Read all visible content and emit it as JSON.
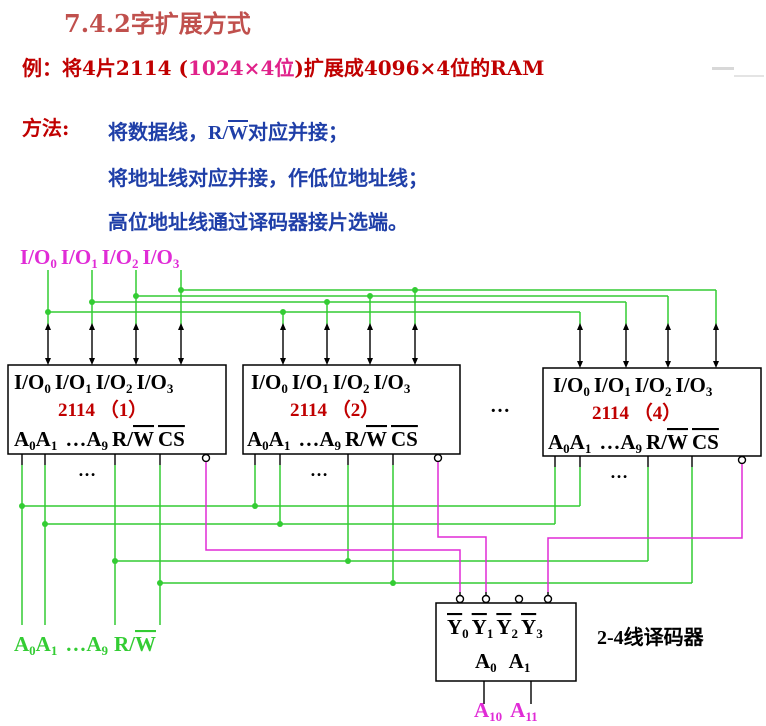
{
  "title": "7.4.2字扩展方式",
  "example": {
    "prefix": "例：将4片2114 (",
    "mid": "1024×4位",
    "suffix": ")扩展成4096×4位的RAM"
  },
  "method": {
    "label": "方法:",
    "line1_a": "将数据线，",
    "line1_b": "R/",
    "line1_c": "W",
    "line1_d": "对应并接；",
    "line2": "将地址线对应并接，作低位地址线；",
    "line3": "高位地址线通过译码器接片选端。"
  },
  "io_bus_labels": [
    "I/O",
    "0",
    "I/O",
    "1",
    "I/O",
    "2",
    "I/O",
    "3"
  ],
  "chips": [
    {
      "name": "2114 （1）",
      "io": "I/O",
      "addr": "A",
      "ellipsis": "…A",
      "rw": "R/",
      "w": "W",
      "cs": "CS"
    },
    {
      "name": "2114 （2）",
      "io": "I/O",
      "addr": "A",
      "ellipsis": "…A",
      "rw": "R/",
      "w": "W",
      "cs": "CS"
    },
    {
      "name": "2114 （4）",
      "io": "I/O",
      "addr": "A",
      "ellipsis": "…A",
      "rw": "R/",
      "w": "W",
      "cs": "CS"
    }
  ],
  "dots": "…",
  "decoder": {
    "label": "2-4线译码器",
    "out": "Y",
    "in": "A",
    "high_addr": [
      "A",
      "10",
      "A",
      "11"
    ]
  },
  "bottom_labels": {
    "a": "A",
    "sub0": "0",
    "sub1": "1",
    "sub9": "9",
    "ell": "…A",
    "rw": "R/",
    "w": "W"
  },
  "colors": {
    "green": "#33cc33",
    "magenta": "#e02bd6",
    "red": "#c00000",
    "blue": "#1f3fa8"
  }
}
